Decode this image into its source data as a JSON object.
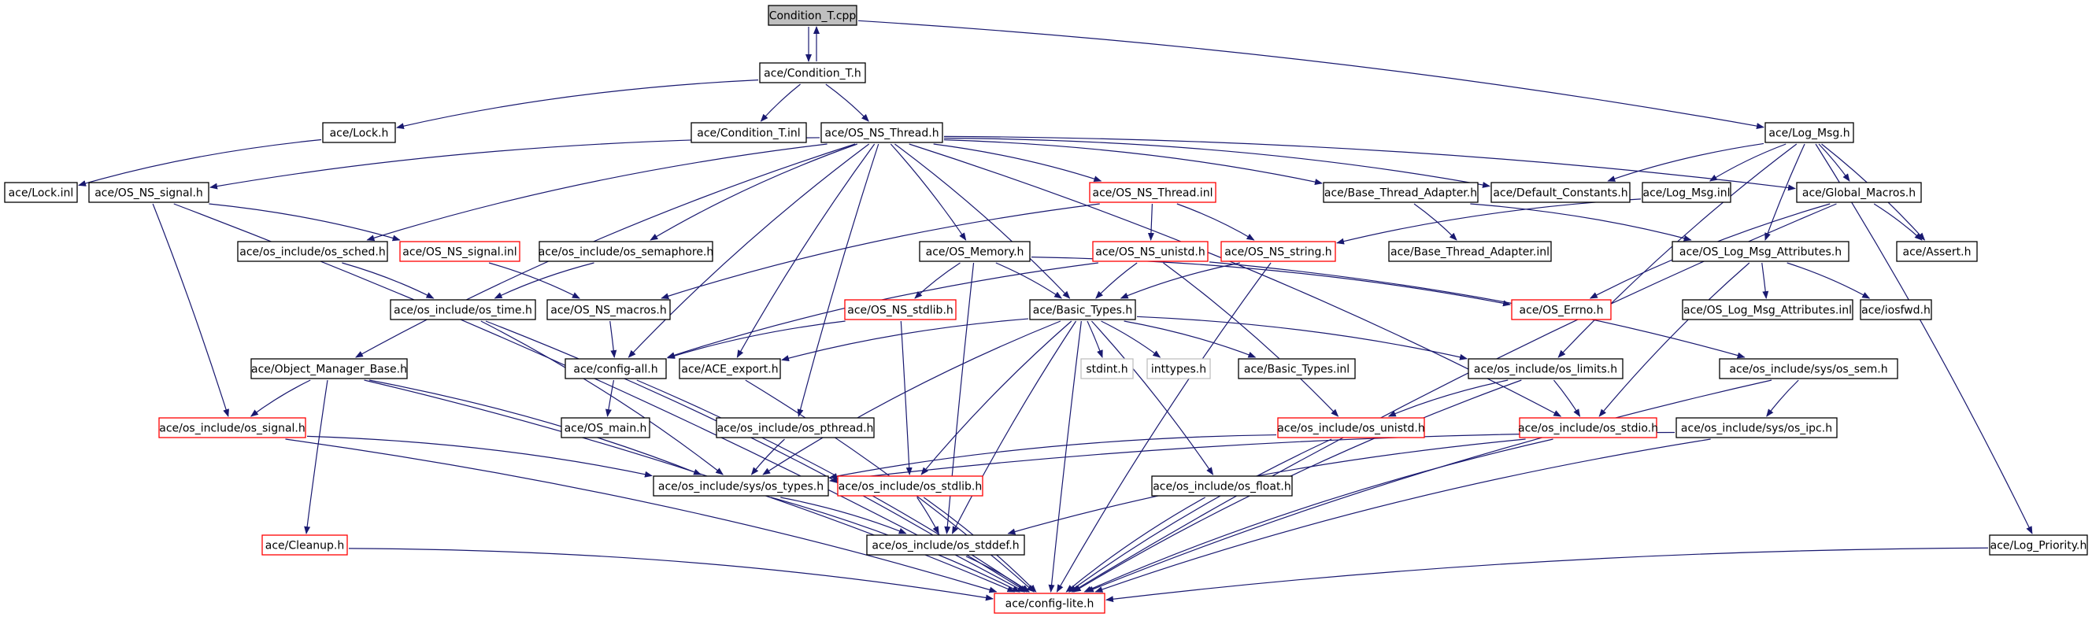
{
  "colors": {
    "edge": "#191970",
    "border_normal": "#000000",
    "border_truncated": "#ff0000",
    "border_external": "#bfbfbf",
    "fill_root": "#bfbfbf",
    "fill_normal": "#ffffff",
    "text_external": "#7f7f7f"
  },
  "nodes": [
    {
      "id": "condition_t_cpp",
      "label": "Condition_T.cpp",
      "kind": "root"
    },
    {
      "id": "condition_t_h",
      "label": "ace/Condition_T.h",
      "kind": "normal"
    },
    {
      "id": "lock_h",
      "label": "ace/Lock.h",
      "kind": "normal"
    },
    {
      "id": "condition_t_inl",
      "label": "ace/Condition_T.inl",
      "kind": "normal"
    },
    {
      "id": "os_ns_thread_h",
      "label": "ace/OS_NS_Thread.h",
      "kind": "normal"
    },
    {
      "id": "log_msg_h",
      "label": "ace/Log_Msg.h",
      "kind": "normal"
    },
    {
      "id": "lock_inl",
      "label": "ace/Lock.inl",
      "kind": "normal"
    },
    {
      "id": "os_ns_signal_h",
      "label": "ace/OS_NS_signal.h",
      "kind": "normal"
    },
    {
      "id": "os_ns_thread_inl",
      "label": "ace/OS_NS_Thread.inl",
      "kind": "truncated"
    },
    {
      "id": "base_thread_adapter_h",
      "label": "ace/Base_Thread_Adapter.h",
      "kind": "normal"
    },
    {
      "id": "default_constants_h",
      "label": "ace/Default_Constants.h",
      "kind": "normal"
    },
    {
      "id": "log_msg_inl",
      "label": "ace/Log_Msg.inl",
      "kind": "normal"
    },
    {
      "id": "global_macros_h",
      "label": "ace/Global_Macros.h",
      "kind": "normal"
    },
    {
      "id": "os_sched_h",
      "label": "ace/os_include/os_sched.h",
      "kind": "normal"
    },
    {
      "id": "os_ns_signal_inl",
      "label": "ace/OS_NS_signal.inl",
      "kind": "truncated"
    },
    {
      "id": "os_semaphore_h",
      "label": "ace/os_include/os_semaphore.h",
      "kind": "normal"
    },
    {
      "id": "os_memory_h",
      "label": "ace/OS_Memory.h",
      "kind": "normal"
    },
    {
      "id": "os_ns_unistd_h",
      "label": "ace/OS_NS_unistd.h",
      "kind": "truncated"
    },
    {
      "id": "os_ns_string_h",
      "label": "ace/OS_NS_string.h",
      "kind": "truncated"
    },
    {
      "id": "base_thread_adapter_inl",
      "label": "ace/Base_Thread_Adapter.inl",
      "kind": "normal"
    },
    {
      "id": "os_log_msg_attributes_h",
      "label": "ace/OS_Log_Msg_Attributes.h",
      "kind": "normal"
    },
    {
      "id": "assert_h",
      "label": "ace/Assert.h",
      "kind": "normal"
    },
    {
      "id": "os_time_h",
      "label": "ace/os_include/os_time.h",
      "kind": "normal"
    },
    {
      "id": "os_ns_macros_h",
      "label": "ace/OS_NS_macros.h",
      "kind": "normal"
    },
    {
      "id": "os_ns_stdlib_h",
      "label": "ace/OS_NS_stdlib.h",
      "kind": "truncated"
    },
    {
      "id": "basic_types_h",
      "label": "ace/Basic_Types.h",
      "kind": "normal"
    },
    {
      "id": "os_errno_h",
      "label": "ace/OS_Errno.h",
      "kind": "truncated"
    },
    {
      "id": "os_log_msg_attributes_inl",
      "label": "ace/OS_Log_Msg_Attributes.inl",
      "kind": "normal"
    },
    {
      "id": "iosfwd_h",
      "label": "ace/iosfwd.h",
      "kind": "normal"
    },
    {
      "id": "object_manager_base_h",
      "label": "ace/Object_Manager_Base.h",
      "kind": "normal"
    },
    {
      "id": "config_all_h",
      "label": "ace/config-all.h",
      "kind": "normal"
    },
    {
      "id": "ace_export_h",
      "label": "ace/ACE_export.h",
      "kind": "normal"
    },
    {
      "id": "stdint_h",
      "label": "stdint.h",
      "kind": "external"
    },
    {
      "id": "inttypes_h",
      "label": "inttypes.h",
      "kind": "external"
    },
    {
      "id": "basic_types_inl",
      "label": "ace/Basic_Types.inl",
      "kind": "normal"
    },
    {
      "id": "os_limits_h",
      "label": "ace/os_include/os_limits.h",
      "kind": "normal"
    },
    {
      "id": "os_sem_h",
      "label": "ace/os_include/sys/os_sem.h",
      "kind": "normal"
    },
    {
      "id": "os_signal_h",
      "label": "ace/os_include/os_signal.h",
      "kind": "truncated"
    },
    {
      "id": "os_main_h",
      "label": "ace/OS_main.h",
      "kind": "normal"
    },
    {
      "id": "os_pthread_h",
      "label": "ace/os_include/os_pthread.h",
      "kind": "normal"
    },
    {
      "id": "os_unistd_h",
      "label": "ace/os_include/os_unistd.h",
      "kind": "truncated"
    },
    {
      "id": "os_stdio_h",
      "label": "ace/os_include/os_stdio.h",
      "kind": "truncated"
    },
    {
      "id": "os_ipc_h",
      "label": "ace/os_include/sys/os_ipc.h",
      "kind": "normal"
    },
    {
      "id": "os_types_h",
      "label": "ace/os_include/sys/os_types.h",
      "kind": "normal"
    },
    {
      "id": "os_stdlib_h",
      "label": "ace/os_include/os_stdlib.h",
      "kind": "truncated"
    },
    {
      "id": "os_float_h",
      "label": "ace/os_include/os_float.h",
      "kind": "normal"
    },
    {
      "id": "cleanup_h",
      "label": "ace/Cleanup.h",
      "kind": "truncated"
    },
    {
      "id": "os_stddef_h",
      "label": "ace/os_include/os_stddef.h",
      "kind": "normal"
    },
    {
      "id": "log_priority_h",
      "label": "ace/Log_Priority.h",
      "kind": "normal"
    },
    {
      "id": "config_lite_h",
      "label": "ace/config-lite.h",
      "kind": "truncated"
    }
  ],
  "edges": [
    [
      "condition_t_cpp",
      "condition_t_h"
    ],
    [
      "condition_t_h",
      "condition_t_cpp"
    ],
    [
      "condition_t_cpp",
      "log_msg_h"
    ],
    [
      "condition_t_h",
      "lock_h"
    ],
    [
      "condition_t_h",
      "condition_t_inl"
    ],
    [
      "condition_t_h",
      "os_ns_thread_h"
    ],
    [
      "lock_h",
      "lock_inl"
    ],
    [
      "os_ns_thread_h",
      "os_ns_signal_h"
    ],
    [
      "os_ns_thread_h",
      "os_ns_thread_inl"
    ],
    [
      "os_ns_thread_h",
      "base_thread_adapter_h"
    ],
    [
      "os_ns_thread_h",
      "default_constants_h"
    ],
    [
      "os_ns_thread_h",
      "global_macros_h"
    ],
    [
      "os_ns_thread_h",
      "os_sched_h"
    ],
    [
      "os_ns_thread_h",
      "os_semaphore_h"
    ],
    [
      "os_ns_thread_h",
      "os_memory_h"
    ],
    [
      "os_ns_thread_h",
      "basic_types_h"
    ],
    [
      "os_ns_thread_h",
      "config_all_h"
    ],
    [
      "os_ns_thread_h",
      "ace_export_h"
    ],
    [
      "os_ns_thread_h",
      "os_pthread_h"
    ],
    [
      "os_ns_thread_h",
      "object_manager_base_h"
    ],
    [
      "os_ns_thread_h",
      "os_stdio_h"
    ],
    [
      "log_msg_h",
      "default_constants_h"
    ],
    [
      "log_msg_h",
      "log_msg_inl"
    ],
    [
      "log_msg_h",
      "global_macros_h"
    ],
    [
      "log_msg_h",
      "os_log_msg_attributes_h"
    ],
    [
      "log_msg_h",
      "assert_h"
    ],
    [
      "log_msg_h",
      "os_limits_h"
    ],
    [
      "log_msg_h",
      "log_priority_h"
    ],
    [
      "log_msg_inl",
      "os_ns_string_h"
    ],
    [
      "os_ns_signal_h",
      "os_ns_signal_inl"
    ],
    [
      "os_ns_signal_h",
      "os_signal_h"
    ],
    [
      "os_ns_signal_h",
      "config_lite_h"
    ],
    [
      "os_ns_thread_inl",
      "os_ns_macros_h"
    ],
    [
      "os_ns_thread_inl",
      "os_ns_unistd_h"
    ],
    [
      "os_ns_thread_inl",
      "os_ns_string_h"
    ],
    [
      "base_thread_adapter_h",
      "base_thread_adapter_inl"
    ],
    [
      "base_thread_adapter_h",
      "os_log_msg_attributes_h"
    ],
    [
      "global_macros_h",
      "assert_h"
    ],
    [
      "global_macros_h",
      "os_errno_h"
    ],
    [
      "global_macros_h",
      "config_lite_h"
    ],
    [
      "os_sched_h",
      "os_time_h"
    ],
    [
      "os_ns_signal_inl",
      "os_ns_macros_h"
    ],
    [
      "os_semaphore_h",
      "os_time_h"
    ],
    [
      "os_memory_h",
      "os_errno_h"
    ],
    [
      "os_memory_h",
      "basic_types_h"
    ],
    [
      "os_memory_h",
      "os_ns_stdlib_h"
    ],
    [
      "os_memory_h",
      "os_stddef_h"
    ],
    [
      "os_ns_unistd_h",
      "basic_types_h"
    ],
    [
      "os_ns_unistd_h",
      "config_all_h"
    ],
    [
      "os_ns_unistd_h",
      "os_unistd_h"
    ],
    [
      "os_ns_unistd_h",
      "os_sem_h"
    ],
    [
      "os_ns_string_h",
      "basic_types_h"
    ],
    [
      "os_ns_string_h",
      "config_lite_h"
    ],
    [
      "os_log_msg_attributes_h",
      "os_log_msg_attributes_inl"
    ],
    [
      "os_log_msg_attributes_h",
      "iosfwd_h"
    ],
    [
      "os_log_msg_attributes_h",
      "os_stdio_h"
    ],
    [
      "os_time_h",
      "config_lite_h"
    ],
    [
      "os_time_h",
      "os_types_h"
    ],
    [
      "os_ns_macros_h",
      "config_all_h"
    ],
    [
      "os_ns_stdlib_h",
      "config_all_h"
    ],
    [
      "os_ns_stdlib_h",
      "os_stdlib_h"
    ],
    [
      "basic_types_h",
      "ace_export_h"
    ],
    [
      "basic_types_h",
      "stdint_h"
    ],
    [
      "basic_types_h",
      "inttypes_h"
    ],
    [
      "basic_types_h",
      "basic_types_inl"
    ],
    [
      "basic_types_h",
      "os_limits_h"
    ],
    [
      "basic_types_h",
      "os_float_h"
    ],
    [
      "basic_types_h",
      "os_types_h"
    ],
    [
      "basic_types_h",
      "os_stdlib_h"
    ],
    [
      "basic_types_h",
      "os_stddef_h"
    ],
    [
      "basic_types_h",
      "config_lite_h"
    ],
    [
      "object_manager_base_h",
      "os_signal_h"
    ],
    [
      "object_manager_base_h",
      "cleanup_h"
    ],
    [
      "object_manager_base_h",
      "os_types_h"
    ],
    [
      "object_manager_base_h",
      "config_lite_h"
    ],
    [
      "config_all_h",
      "os_main_h"
    ],
    [
      "config_all_h",
      "config_lite_h"
    ],
    [
      "ace_export_h",
      "config_lite_h"
    ],
    [
      "os_limits_h",
      "os_unistd_h"
    ],
    [
      "os_limits_h",
      "os_stdio_h"
    ],
    [
      "os_limits_h",
      "config_lite_h"
    ],
    [
      "os_sem_h",
      "os_ipc_h"
    ],
    [
      "os_sem_h",
      "config_lite_h"
    ],
    [
      "os_signal_h",
      "os_types_h"
    ],
    [
      "os_signal_h",
      "config_lite_h"
    ],
    [
      "os_pthread_h",
      "os_types_h"
    ],
    [
      "os_unistd_h",
      "os_types_h"
    ],
    [
      "os_unistd_h",
      "config_lite_h"
    ],
    [
      "os_stdio_h",
      "os_stddef_h"
    ],
    [
      "os_stdio_h",
      "config_lite_h"
    ],
    [
      "os_ipc_h",
      "os_types_h"
    ],
    [
      "os_ipc_h",
      "config_lite_h"
    ],
    [
      "os_types_h",
      "os_stddef_h"
    ],
    [
      "os_types_h",
      "config_lite_h"
    ],
    [
      "os_stdlib_h",
      "os_stddef_h"
    ],
    [
      "os_stdlib_h",
      "config_lite_h"
    ],
    [
      "os_float_h",
      "config_lite_h"
    ],
    [
      "cleanup_h",
      "config_lite_h"
    ],
    [
      "os_stddef_h",
      "config_lite_h"
    ],
    [
      "log_priority_h",
      "config_lite_h"
    ]
  ]
}
